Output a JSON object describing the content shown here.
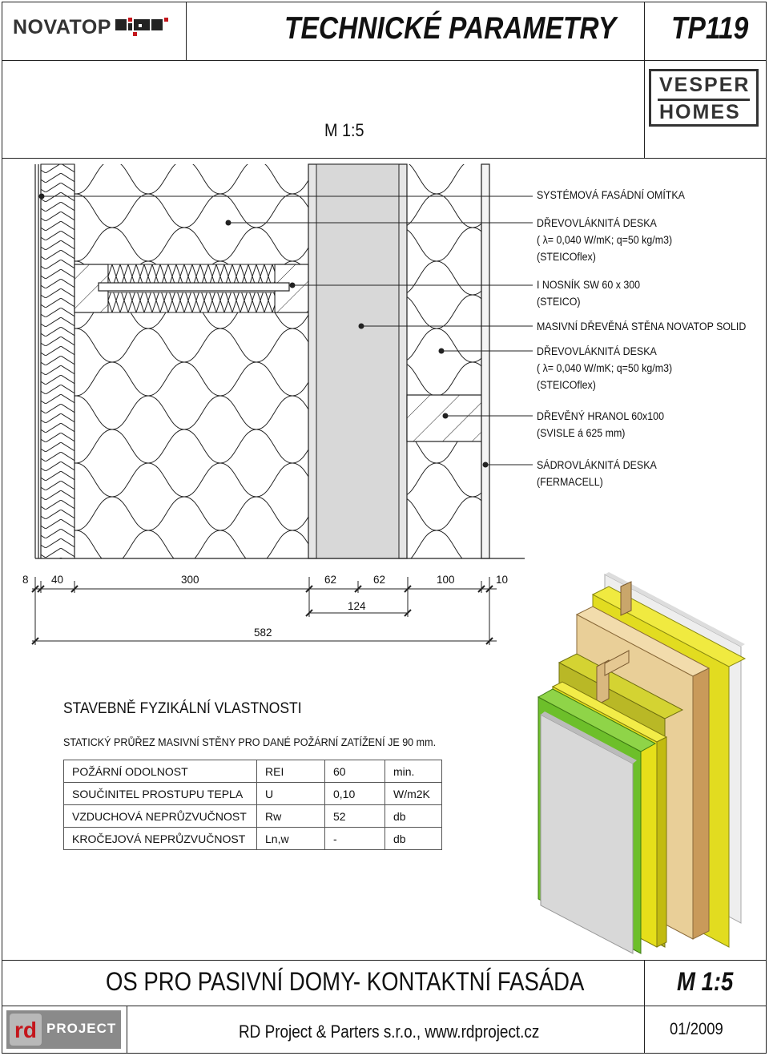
{
  "header": {
    "brand": "NOVATOP",
    "title": "TECHNICKÉ PARAMETRY",
    "code": "TP119",
    "scale": "M 1:5",
    "partner_logo_line1": "VESPER",
    "partner_logo_line2": "HOMES"
  },
  "layers": [
    {
      "name": "SYSTÉMOVÁ FASÁDNÍ OMÍTKA",
      "details": []
    },
    {
      "name": "DŘEVOVLÁKNITÁ DESKA",
      "details": [
        "( λ= 0,040 W/mK; q=50 kg/m3)",
        "(STEICOflex)"
      ]
    },
    {
      "name": "I NOSNÍK SW 60 x 300",
      "details": [
        "(STEICO)"
      ]
    },
    {
      "name": "MASIVNÍ DŘEVĚNÁ STĚNA NOVATOP SOLID",
      "details": []
    },
    {
      "name": "DŘEVOVLÁKNITÁ DESKA",
      "details": [
        "( λ= 0,040 W/mK; q=50 kg/m3)",
        "(STEICOflex)"
      ]
    },
    {
      "name": "DŘEVĚNÝ HRANOL 60x100",
      "details": [
        "(SVISLE á 625 mm)"
      ]
    },
    {
      "name": "SÁDROVLÁKNITÁ DESKA",
      "details": [
        "(FERMACELL)"
      ]
    }
  ],
  "dimensions": {
    "segments": [
      "8",
      "40",
      "300",
      "62",
      "62",
      "100",
      "10"
    ],
    "solid_total": "124",
    "total": "582"
  },
  "properties": {
    "heading": "STAVEBNĚ FYZIKÁLNÍ VLASTNOSTI",
    "note": "STATICKÝ PRŮŘEZ MASIVNÍ STĚNY PRO DANÉ POŽÁRNÍ ZATÍŽENÍ JE 90 mm.",
    "rows": [
      {
        "label": "POŽÁRNÍ ODOLNOST",
        "symbol": "REI",
        "value": "60",
        "unit": "min."
      },
      {
        "label": "SOUČINITEL PROSTUPU TEPLA",
        "symbol": "U",
        "value": "0,10",
        "unit": "W/m2K"
      },
      {
        "label": "VZDUCHOVÁ NEPRŮZVUČNOST",
        "symbol": "Rw",
        "value": "52",
        "unit": "db"
      },
      {
        "label": "KROČEJOVÁ NEPRŮZVUČNOST",
        "symbol": "Ln,w",
        "value": "-",
        "unit": "db"
      }
    ]
  },
  "footer": {
    "title": "OS PRO PASIVNÍ DOMY- KONTAKTNÍ FASÁDA",
    "scale": "M 1:5",
    "company_logo": "PROJECT",
    "company": "RD Project & Parters s.r.o., www.rdproject.cz",
    "date": "01/2009"
  },
  "colors": {
    "yellow": "#e6df1a",
    "lime": "#6dbf2a",
    "olive": "#b8b820",
    "wood": "#e6c690",
    "render": "#d8d8d8"
  }
}
